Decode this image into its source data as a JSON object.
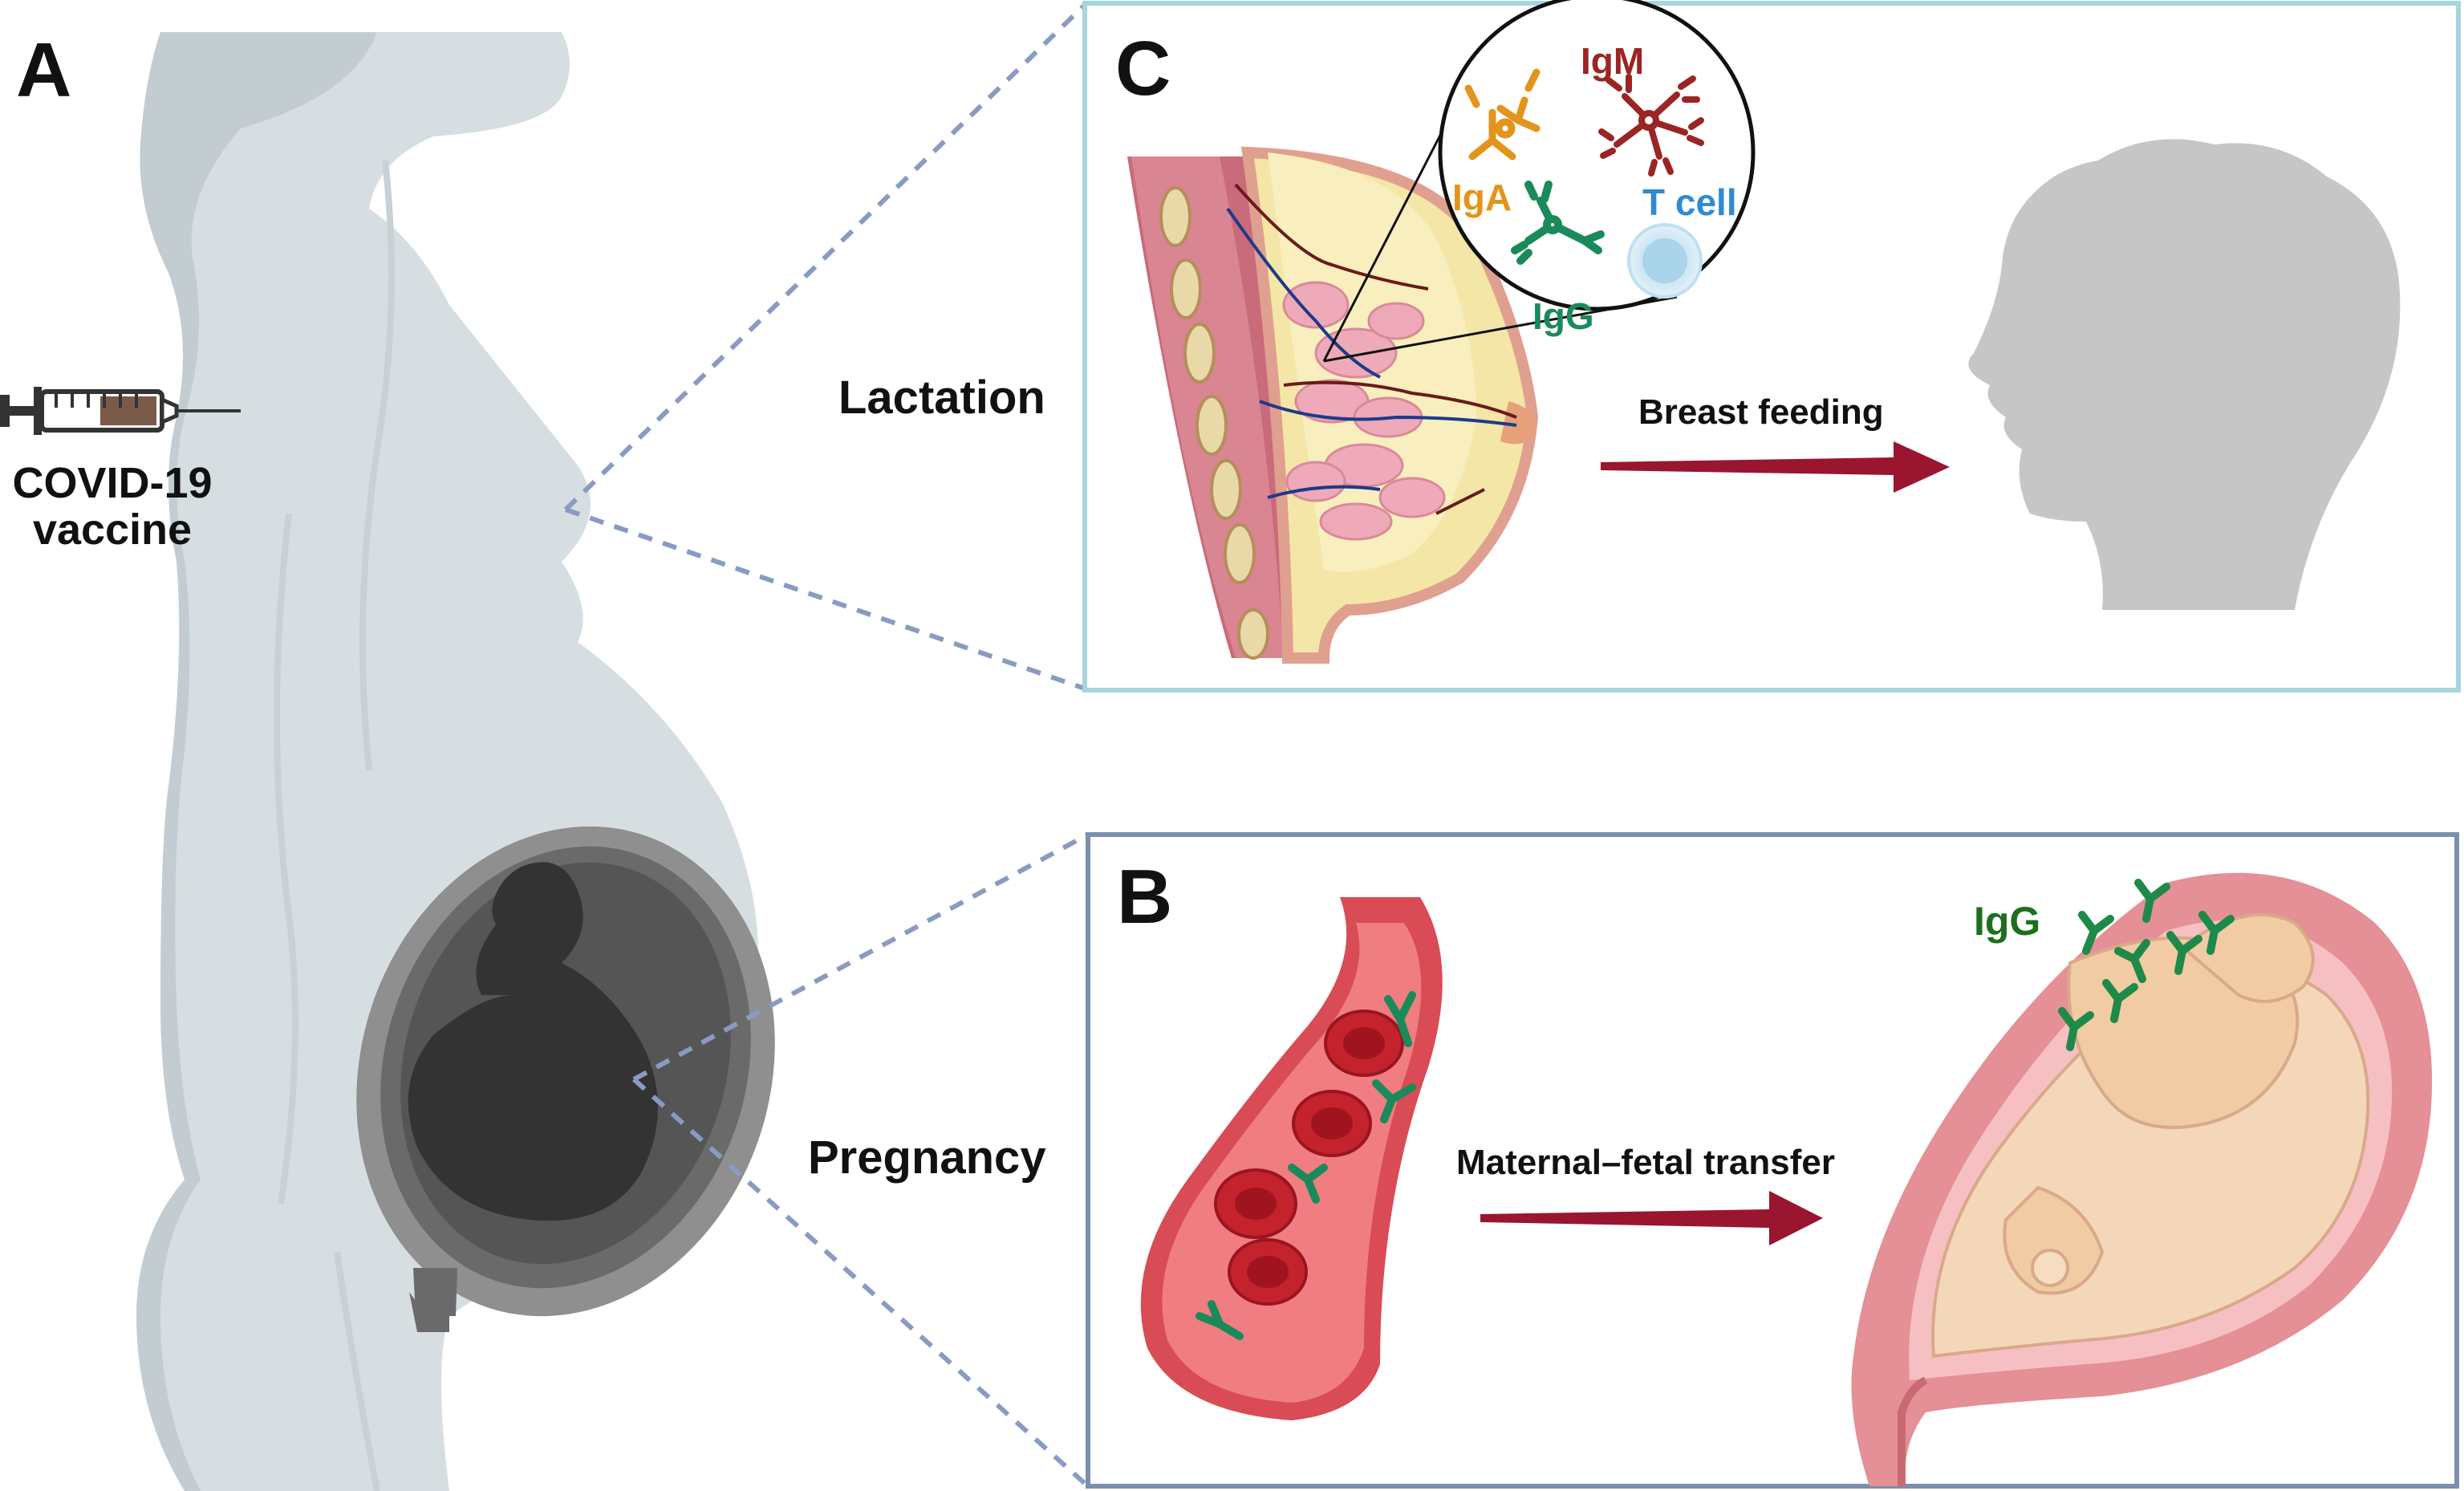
{
  "panels": {
    "a": {
      "letter": "A"
    },
    "b": {
      "letter": "B"
    },
    "c": {
      "letter": "C"
    }
  },
  "vaccine": {
    "line1": "COVID-19",
    "line2": "vaccine"
  },
  "lactation": {
    "label": "Lactation",
    "arrow_label": "Breast feeding",
    "antibodies": {
      "igm": "IgM",
      "iga": "IgA",
      "igg": "IgG",
      "tcell": "T cell"
    }
  },
  "pregnancy": {
    "label": "Pregnancy",
    "arrow_label": "Maternal–fetal transfer",
    "igg": "IgG"
  },
  "colors": {
    "silhouette": "#d7dee1",
    "silhouette_dark": "#c3cdd1",
    "panel_c_border": "#a8d4dc",
    "panel_b_border": "#7d8fae",
    "dash": "#8a9bc2",
    "arrow": "#9a1530",
    "igm": "#9b2424",
    "iga": "#e3941b",
    "igg": "#1b8a5a",
    "tcell": "#2f8ad3",
    "igg_preg": "#1e6e1e",
    "fetus_dark": "#333333",
    "child": "#c6c6c6"
  }
}
